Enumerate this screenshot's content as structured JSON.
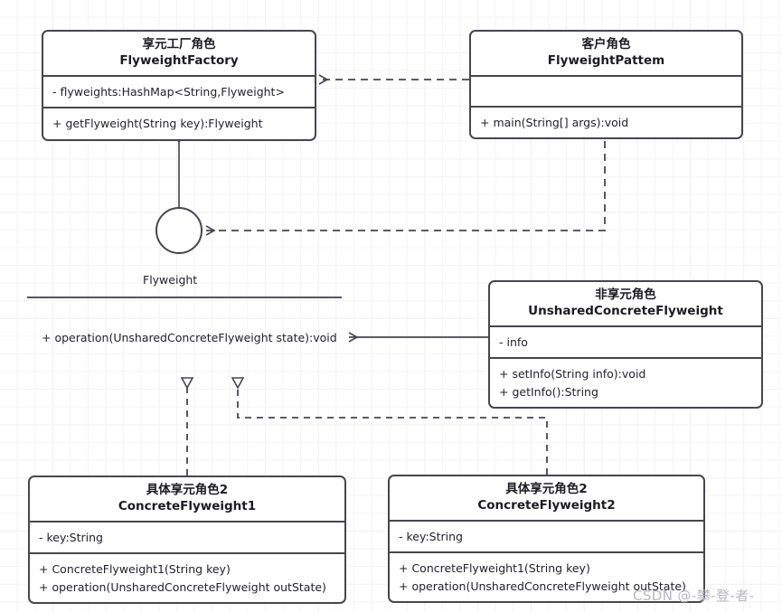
{
  "diagram": {
    "title": "Flyweight Pattern UML Class Diagram",
    "stroke_color": "#46464f",
    "background": "#ffffff",
    "grid_color": "#ececf0"
  },
  "classes": {
    "factory": {
      "cn": "享元工厂角色",
      "en": "FlyweightFactory",
      "attributes": [
        "- flyweights:HashMap<String,Flyweight>"
      ],
      "operations": [
        "+ getFlyweight(String key):Flyweight"
      ]
    },
    "client": {
      "cn": "客户角色",
      "en": "FlyweightPattem",
      "attributes": [
        ""
      ],
      "operations": [
        "+ main(String[] args):void"
      ]
    },
    "unshared": {
      "cn": "非享元角色",
      "en": "UnsharedConcreteFlyweight",
      "attributes": [
        "- info"
      ],
      "operations": [
        "+ setInfo(String info):void",
        "+ getInfo():String"
      ]
    },
    "concrete1": {
      "cn": "具体享元角色2",
      "en": "ConcreteFlyweight1",
      "attributes": [
        "- key:String"
      ],
      "operations": [
        "+ ConcreteFlyweight1(String key)",
        "+ operation(UnsharedConcreteFlyweight outState)"
      ]
    },
    "concrete2": {
      "cn": "具体享元角色2",
      "en": "ConcreteFlyweight2",
      "attributes": [
        "- key:String"
      ],
      "operations": [
        "+ ConcreteFlyweight1(String key)",
        "+ operation(UnsharedConcreteFlyweight outState)"
      ]
    }
  },
  "interface": {
    "name": "Flyweight",
    "operation": "+ operation(UnsharedConcreteFlyweight state):void"
  },
  "relations": {
    "client_to_factory": "dependency",
    "client_to_flyweight": "dependency",
    "factory_to_flyweight": "aggregation",
    "unshared_to_flyweight": "association",
    "concrete1_to_flyweight": "realization",
    "concrete2_to_flyweight": "realization"
  },
  "watermark": {
    "text": "CSDN @-攀-登-者-"
  }
}
